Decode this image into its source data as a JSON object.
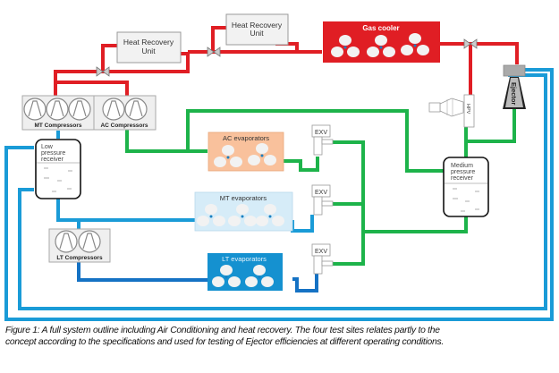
{
  "components": {
    "heat_recovery_1": "Heat Recovery Unit",
    "heat_recovery_1_line1": "Heat Recovery",
    "heat_recovery_1_line2": "Unit",
    "heat_recovery_2_line1": "Heat Recovery",
    "heat_recovery_2_line2": "Unit",
    "gas_cooler": "Gas cooler",
    "mt_compressors": "MT Compressors",
    "ac_compressors": "AC Compressors",
    "lt_compressors": "LT Compressors",
    "low_pressure_receiver_lines": [
      "Low",
      "pressure",
      "receiver"
    ],
    "medium_pressure_receiver_lines": [
      "Medium",
      "pressure",
      "receiver"
    ],
    "ac_evaporators": "AC evaporators",
    "mt_evaporators": "MT evaporators",
    "lt_evaporators": "LT evaporators",
    "exv_label": "EXV",
    "hpv_label": "HPV",
    "ejector": "Ejector"
  },
  "colors": {
    "high_pressure": "#e01e24",
    "medium_pressure": "#1db34a",
    "low_pressure": "#1a9bd7",
    "lt_line": "#1572c4",
    "gas_cooler_fill": "#e01e24",
    "ac_evap_fill": "#f9c19c",
    "mt_evap_fill": "#d6ecf8",
    "lt_evap_fill": "#1591d0"
  },
  "caption": {
    "line1": "Figure 1: A full system outline including Air Conditioning and heat recovery. The  four test sites relates  partly to the",
    "line2": "concept according to the specifications and used for testing of Ejector efficiencies at different operating conditions."
  }
}
